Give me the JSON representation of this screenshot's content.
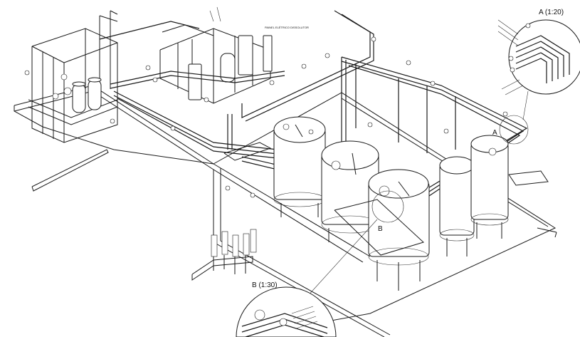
{
  "labels": {
    "detail_a_title": "A (1:20)",
    "detail_b_title": "B (1:30)",
    "callout_a": "A",
    "callout_b": "B",
    "panel_title": "PAINEL ELÉTRICO DISSOLUTOR"
  },
  "colors": {
    "ink": "#1a1a1a",
    "paper": "#ffffff"
  }
}
